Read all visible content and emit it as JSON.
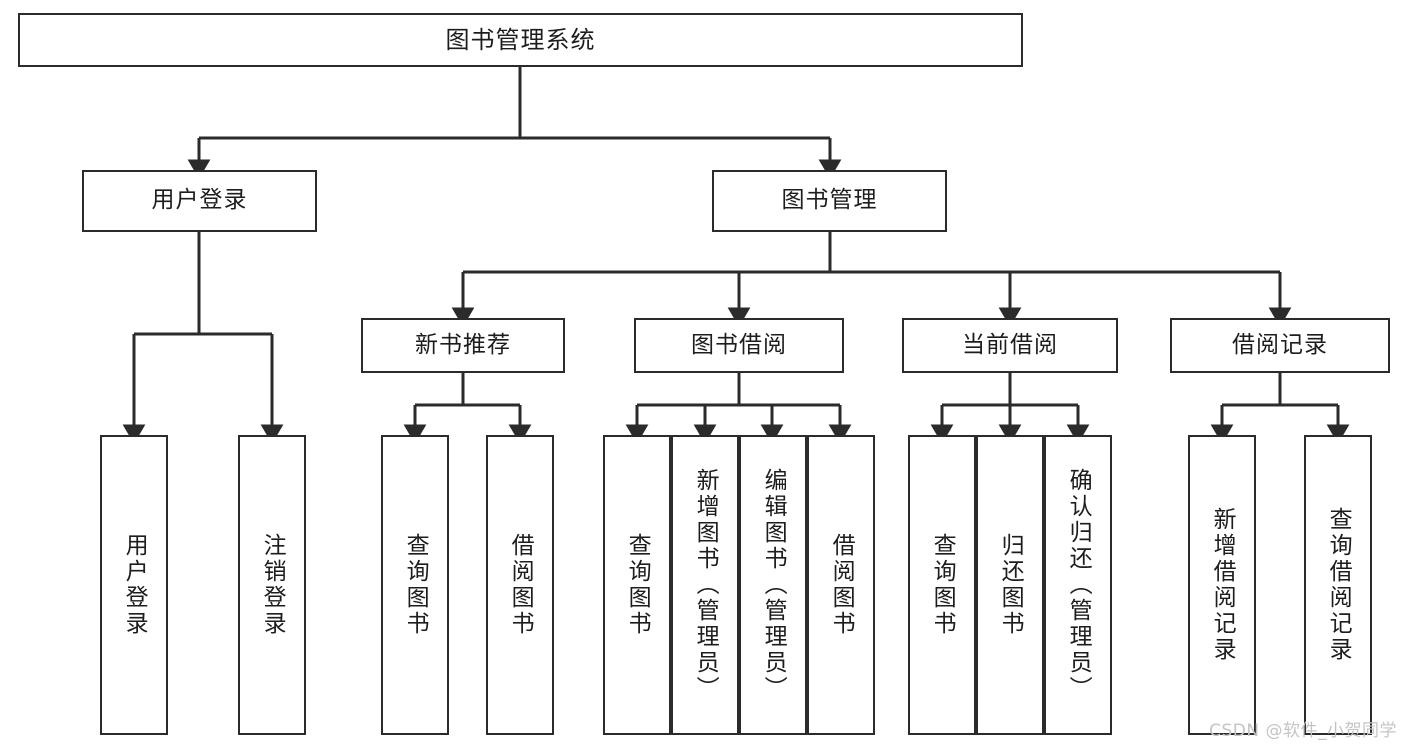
{
  "diagram": {
    "type": "tree",
    "title": "图书管理系统",
    "orientation": "top-down",
    "edge_color": "#2b2b2b",
    "box_border_color": "#2b2b2b",
    "box_fill_color": "#ffffff",
    "background_color": "#ffffff",
    "text_color": "#1d1d1d"
  },
  "root": {
    "label": "图书管理系统"
  },
  "level2": [
    {
      "label": "用户登录"
    },
    {
      "label": "图书管理"
    }
  ],
  "level3": [
    {
      "label": "新书推荐"
    },
    {
      "label": "图书借阅"
    },
    {
      "label": "当前借阅"
    },
    {
      "label": "借阅记录"
    }
  ],
  "leaves": {
    "user_login": [
      {
        "label": "用户登录"
      },
      {
        "label": "注销登录"
      }
    ],
    "new_book_recommend": [
      {
        "label": "查询图书"
      },
      {
        "label": "借阅图书"
      }
    ],
    "book_borrow": [
      {
        "label": "查询图书"
      },
      {
        "label": "新增图书（管理员）"
      },
      {
        "label": "编辑图书（管理员）"
      },
      {
        "label": "借阅图书"
      }
    ],
    "current_borrow": [
      {
        "label": "查询图书"
      },
      {
        "label": "归还图书"
      },
      {
        "label": "确认归还（管理员）"
      }
    ],
    "borrow_record": [
      {
        "label": "新增借阅记录"
      },
      {
        "label": "查询借阅记录"
      }
    ]
  },
  "watermark": {
    "text": "CSDN @软件_小贺同学",
    "color": "#c4c4c4"
  }
}
